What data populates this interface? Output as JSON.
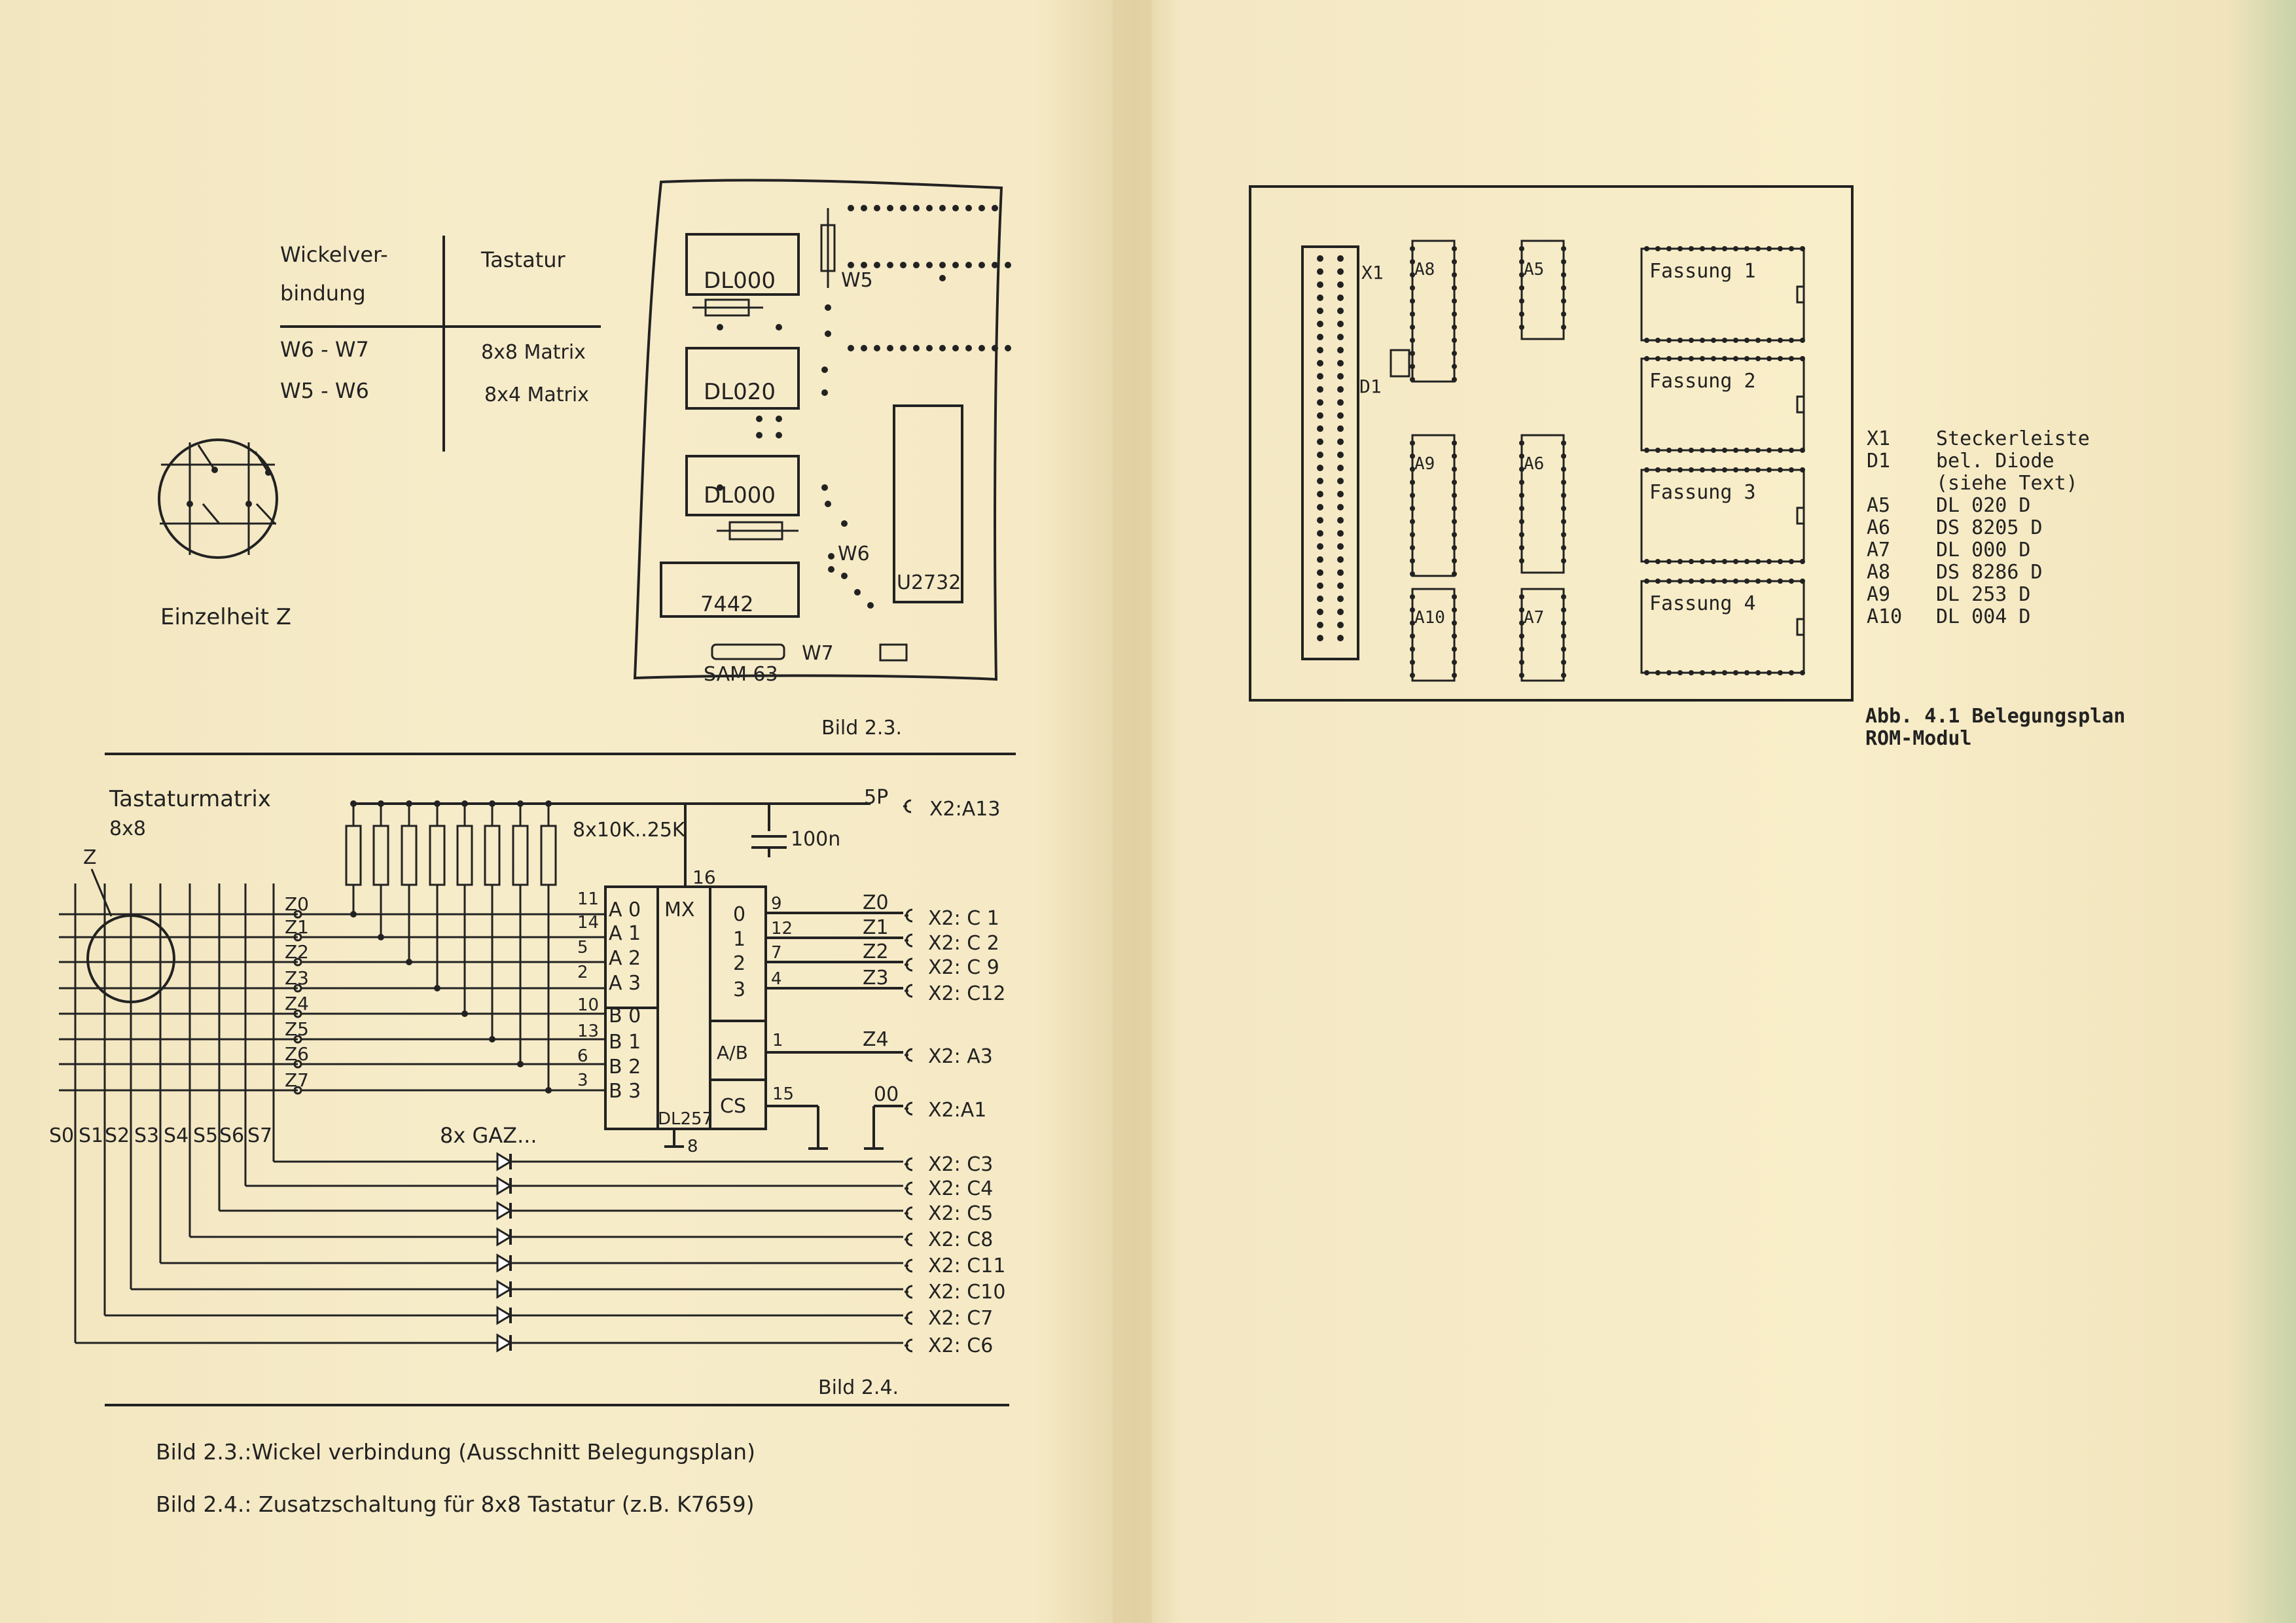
{
  "left_page": {
    "wiring_table": {
      "header_col1_line1": "Wickelver-",
      "header_col1_line2": "bindung",
      "header_col2": "Tastatur",
      "rows": [
        {
          "connection": "W6 - W7",
          "keyboard": "8x8 Matrix"
        },
        {
          "connection": "W5 - W6",
          "keyboard": "8x4 Matrix"
        }
      ]
    },
    "detail_caption": "Einzelheit Z",
    "board": {
      "chips": [
        "DL000",
        "DL020",
        "DL000",
        "7442",
        "U2732"
      ],
      "jumpers": [
        "W5",
        "W6",
        "W7"
      ],
      "connector": "SAM 63",
      "caption": "Bild 2.3."
    },
    "matrix_schematic": {
      "title_line1": "Tastaturmatrix",
      "title_line2": "8x8",
      "z_marker": "Z",
      "resistors_label": "8x10K..25K",
      "capacitor_label": "100n",
      "supply_label": "5P",
      "supply_target": "X2:A13",
      "row_labels": [
        "Z0",
        "Z1",
        "Z2",
        "Z3",
        "Z4",
        "Z5",
        "Z6",
        "Z7"
      ],
      "column_labels": [
        "S0",
        "S1",
        "S2",
        "S3",
        "S4",
        "S5",
        "S6",
        "S7"
      ],
      "mux_label": "MX",
      "mux_chip": "DL257",
      "mux_pin16": "16",
      "mux_pin8": "8",
      "inputs_a": [
        "A 0",
        "A 1",
        "A 2",
        "A 3"
      ],
      "inputs_b": [
        "B 0",
        "B 1",
        "B 2",
        "B 3"
      ],
      "input_pins": [
        "11",
        "14",
        "5",
        "2",
        "10",
        "13",
        "6",
        "3"
      ],
      "outputs": [
        "0",
        "1",
        "2",
        "3"
      ],
      "output_pins": [
        "9",
        "12",
        "7",
        "4"
      ],
      "output_signals": [
        "Z0",
        "Z1",
        "Z2",
        "Z3"
      ],
      "output_targets": [
        "X2: C 1",
        "X2: C 2",
        "X2: C 9",
        "X2: C12"
      ],
      "ab_label": "A/B",
      "ab_pin": "1",
      "ab_signal": "Z4",
      "ab_target": "X2: A3",
      "cs_label": "CS",
      "cs_pin": "15",
      "cs_signal": "00",
      "cs_target": "X2:A1",
      "diodes_label": "8x GAZ...",
      "diode_targets": [
        "X2: C3",
        "X2: C4",
        "X2: C5",
        "X2: C8",
        "X2: C11",
        "X2: C10",
        "X2: C7",
        "X2: C6"
      ],
      "caption": "Bild 2.4."
    },
    "captions": [
      "Bild 2.3.:Wickel verbindung (Ausschnitt Belegungsplan)",
      "Bild 2.4.: Zusatzschaltung für 8x8 Tastatur (z.B. K7659)"
    ]
  },
  "right_page": {
    "module": {
      "connector": "X1",
      "diode": "D1",
      "sockets": [
        "A8",
        "A5",
        "A9",
        "A6",
        "A10",
        "A7"
      ],
      "mounts": [
        "Fassung 1",
        "Fassung 2",
        "Fassung 3",
        "Fassung 4"
      ]
    },
    "legend": [
      {
        "ref": "X1",
        "desc": "Steckerleiste"
      },
      {
        "ref": "D1",
        "desc": "bel. Diode"
      },
      {
        "ref": "",
        "desc": "(siehe Text)"
      },
      {
        "ref": "A5",
        "desc": "DL 020 D"
      },
      {
        "ref": "A6",
        "desc": "DS 8205 D"
      },
      {
        "ref": "A7",
        "desc": "DL 000 D"
      },
      {
        "ref": "A8",
        "desc": "DS 8286 D"
      },
      {
        "ref": "A9",
        "desc": "DL 253 D"
      },
      {
        "ref": "A10",
        "desc": "DL 004 D"
      }
    ],
    "caption_line1": "Abb. 4.1 Belegungsplan",
    "caption_line2": "ROM-Modul"
  }
}
